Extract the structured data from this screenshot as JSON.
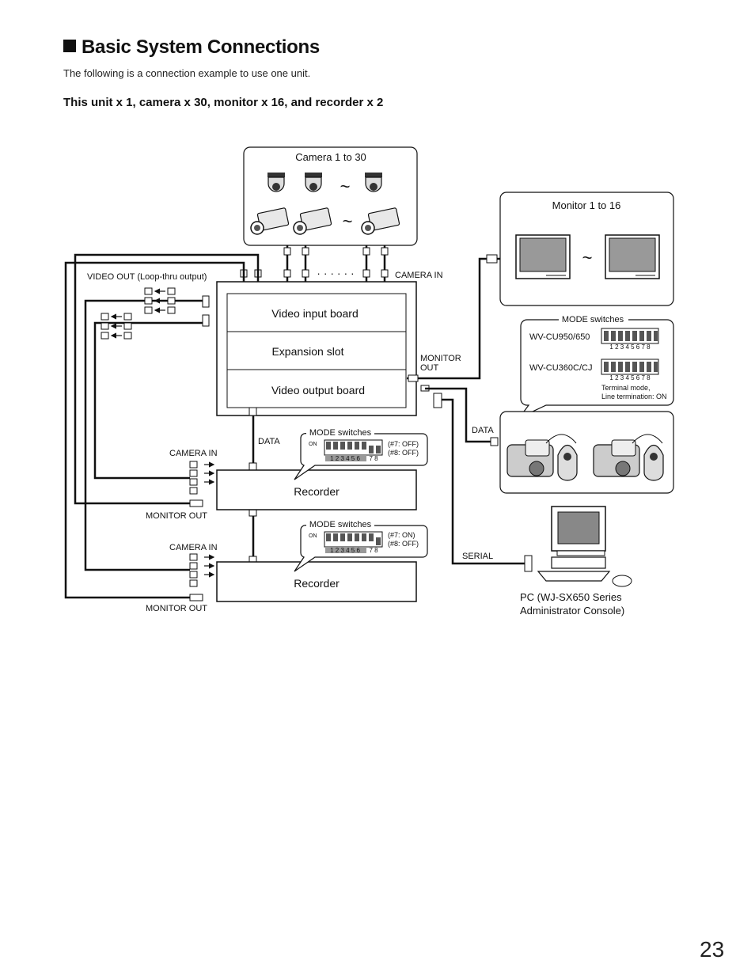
{
  "heading": "Basic System Connections",
  "intro": "The following is a connection example to use one unit.",
  "subhead": "This unit x 1, camera x 30, monitor x 16, and recorder x 2",
  "page_number": "23",
  "diagram": {
    "camera_group": "Camera 1 to 30",
    "monitor_group": "Monitor 1 to 16",
    "tilde": "~",
    "dots": "· · · · · ·",
    "video_out_label": "VIDEO OUT (Loop-thru output)",
    "camera_in_label": "CAMERA IN",
    "monitor_out_label_1": "MONITOR",
    "monitor_out_label_2": "OUT",
    "boards": [
      "Video input board",
      "Expansion slot",
      "Video output board"
    ],
    "data_label": "DATA",
    "serial_label": "SERIAL",
    "recorder_label": "Recorder",
    "recorder_camera_in": "CAMERA IN",
    "recorder_monitor_out": "MONITOR OUT",
    "mode_switches": "MODE switches",
    "on_label": "ON",
    "dip_numbers_a": "1 2 3 4 5 6",
    "dip_numbers_b": "7 8",
    "dip_numbers_full": "1 2 3 4 5 6 7 8",
    "recorder1_settings": [
      "(#7: OFF)",
      "(#8: OFF)"
    ],
    "recorder2_settings": [
      "(#7: ON)",
      "(#8: OFF)"
    ],
    "controller_models": [
      "WV-CU950/650",
      "WV-CU360C/CJ"
    ],
    "terminal_note": [
      "Terminal mode,",
      "Line termination: ON"
    ],
    "pc_label": [
      "PC (WJ-SX650 Series",
      "Administrator Console)"
    ]
  }
}
